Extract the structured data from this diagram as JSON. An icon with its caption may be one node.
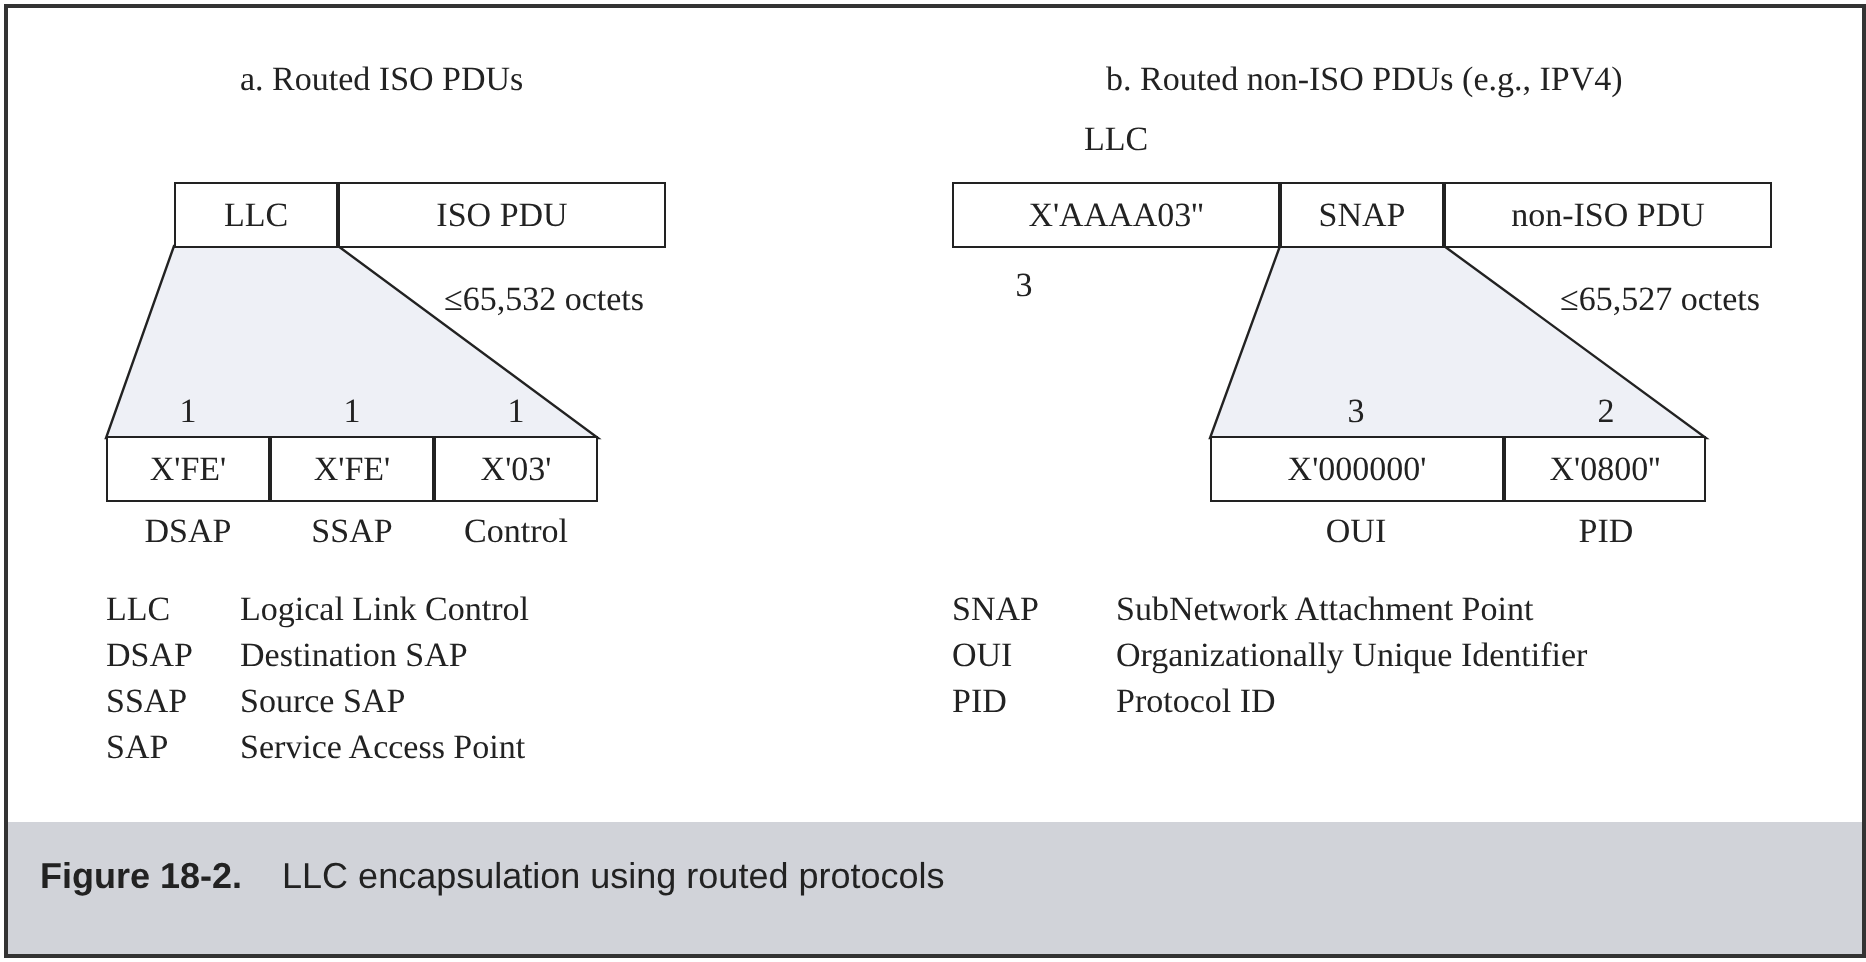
{
  "diagram": {
    "caption": "**Figure 18-2.**    LLC encapsulation using routed protocols",
    "nodes": [
      {
        "text": [
          "LLC"
        ]
      },
      {
        "text": [
          "ISO PDU"
        ]
      },
      {
        "text": [
          "X'FE'"
        ],
        "beside": [
          "1",
          "DSAP"
        ]
      },
      {
        "text": [
          "X'FE'"
        ],
        "beside": [
          "1",
          "SSAP"
        ]
      },
      {
        "text": [
          "X'03'"
        ],
        "beside": [
          "1",
          "Control"
        ]
      },
      {
        "text": [
          "X'AAAA03''"
        ],
        "beside": [
          "LLC",
          "3"
        ]
      },
      {
        "text": [
          "SNAP"
        ]
      },
      {
        "text": [
          "non-ISO PDU"
        ]
      },
      {
        "text": [
          "X'000000'"
        ],
        "beside": [
          "3",
          "OUI"
        ]
      },
      {
        "text": [
          "X'0800''"
        ],
        "beside": [
          "2",
          "PID"
        ]
      }
    ],
    "edges": [],
    "labels": [
      "a. Routed ISO PDUs",
      "b. Routed non-ISO PDUs (e.g., IPV4)",
      "≤65,532 octets",
      "≤65,527 octets",
      "LLC",
      "Logical Link Control",
      "DSAP",
      "Destination SAP",
      "SSAP",
      "Source SAP",
      "SAP",
      "Service Access Point",
      "SNAP",
      "SubNetwork Attachment Point",
      "OUI",
      "Organizationally Unique Identifier",
      "PID",
      "Protocol ID"
    ]
  }
}
